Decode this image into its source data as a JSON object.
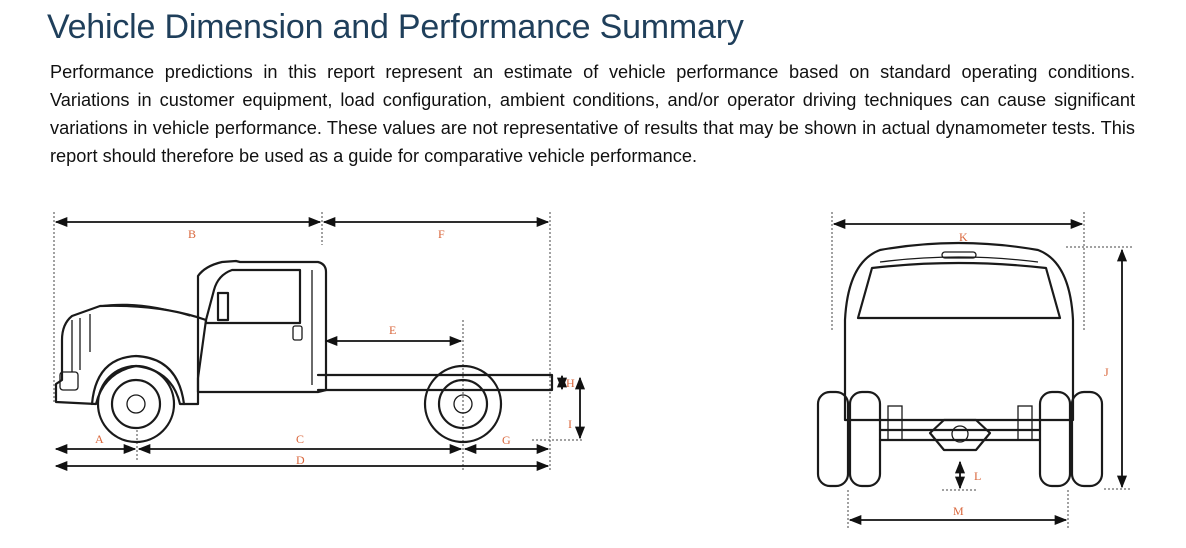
{
  "title": "Vehicle Dimension and Performance Summary",
  "description": "Performance predictions in this report represent an estimate of vehicle performance based on standard operating conditions. Variations in customer equipment, load configuration, ambient conditions, and/or operator driving techniques can cause significant variations in vehicle performance. These values are not representative of results that may be shown in actual dynamometer tests. This report should therefore be used as a guide for comparative vehicle performance.",
  "side_view_labels": {
    "a": "A",
    "b": "B",
    "c": "C",
    "d": "D",
    "e": "E",
    "f": "F",
    "g": "G",
    "h": "H",
    "i": "I"
  },
  "rear_view_labels": {
    "j": "J",
    "k": "K",
    "l": "L",
    "m": "M"
  },
  "colors": {
    "title": "#1f3f5b",
    "dimension_label": "#d9663b"
  }
}
